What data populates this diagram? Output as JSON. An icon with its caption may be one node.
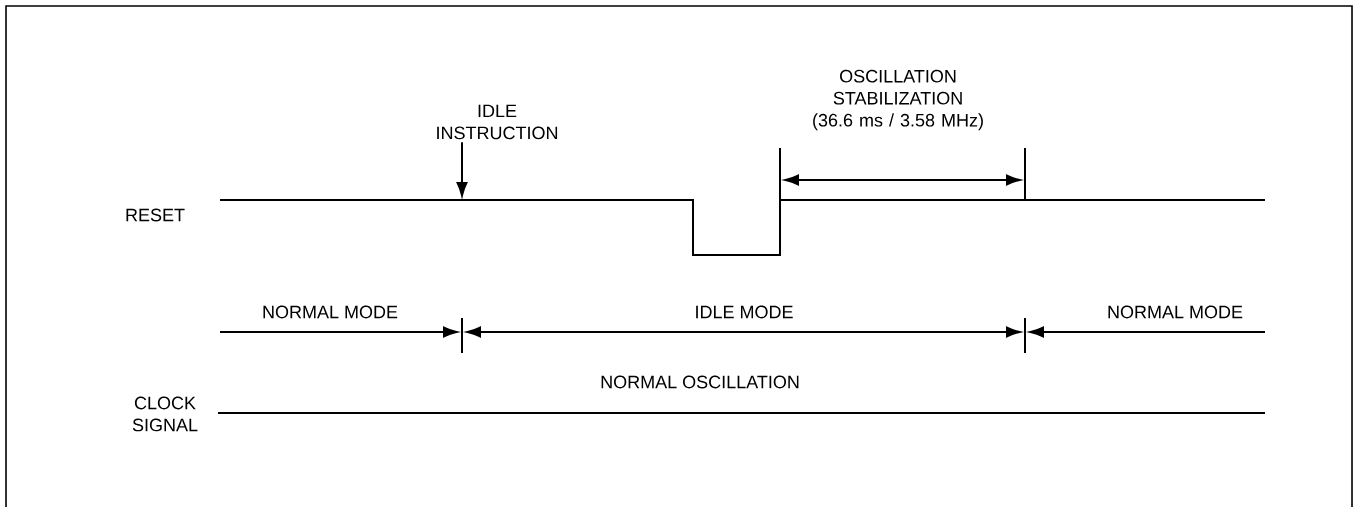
{
  "diagram": {
    "nodes": [
      {
        "text": [
          "IDLE INSTRUCTION"
        ]
      },
      {
        "text": [],
        "shape": "line"
      }
    ],
    "edges": [
      {
        "from": 0,
        "to": 1,
        "arrow": "to"
      }
    ],
    "labels": [
      "OSCILLATION STABILIZATION (36.6 ms / 3.58 MHz)",
      "RESET",
      "NORMAL MODE",
      "IDLE MODE",
      "NORMAL MODE",
      "CLOCK SIGNAL",
      "NORMAL OSCILLATION"
    ]
  }
}
